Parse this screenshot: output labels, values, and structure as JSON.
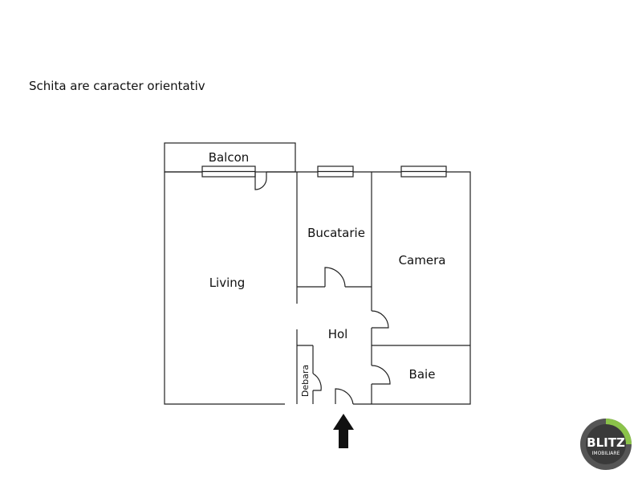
{
  "note": "Schita are caracter orientativ",
  "rooms": {
    "balcon": "Balcon",
    "bucatarie": "Bucatarie",
    "camera": "Camera",
    "living": "Living",
    "hol": "Hol",
    "debara": "Debara",
    "baie": "Baie"
  },
  "logo": {
    "line1": "BLITZ",
    "line2": "IMOBILIARE"
  },
  "colors": {
    "line": "#222222",
    "background": "#ffffff",
    "logo_ring": "#8bc34a"
  }
}
